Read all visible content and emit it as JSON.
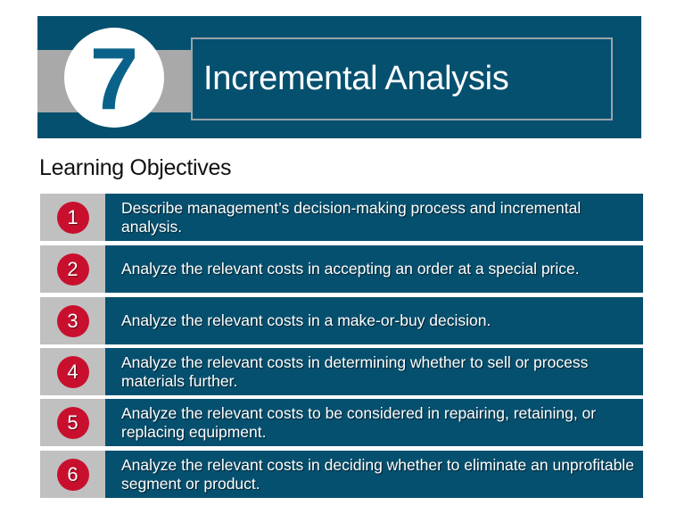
{
  "header": {
    "chapter_number": "7",
    "title": "Incremental Analysis"
  },
  "learning_objectives": {
    "heading": "Learning Objectives",
    "items": [
      {
        "number": "1",
        "text": "Describe management’s decision-making process and incremental analysis."
      },
      {
        "number": "2",
        "text": "Analyze the relevant costs in accepting an order at a special price."
      },
      {
        "number": "3",
        "text": "Analyze the relevant costs in a make-or-buy decision."
      },
      {
        "number": "4",
        "text": "Analyze the relevant costs in determining whether to sell or process materials further."
      },
      {
        "number": "5",
        "text": "Analyze the relevant costs to be considered in repairing, retaining, or replacing equipment."
      },
      {
        "number": "6",
        "text": "Analyze the relevant costs in deciding whether to eliminate an unprofitable segment or product."
      }
    ]
  },
  "colors": {
    "primary_blue": "#06506f",
    "chapter_number_blue": "#0a628a",
    "badge_red": "#c8102e",
    "band_gray": "#a9a9a9",
    "cell_gray": "#c0c0c0"
  }
}
